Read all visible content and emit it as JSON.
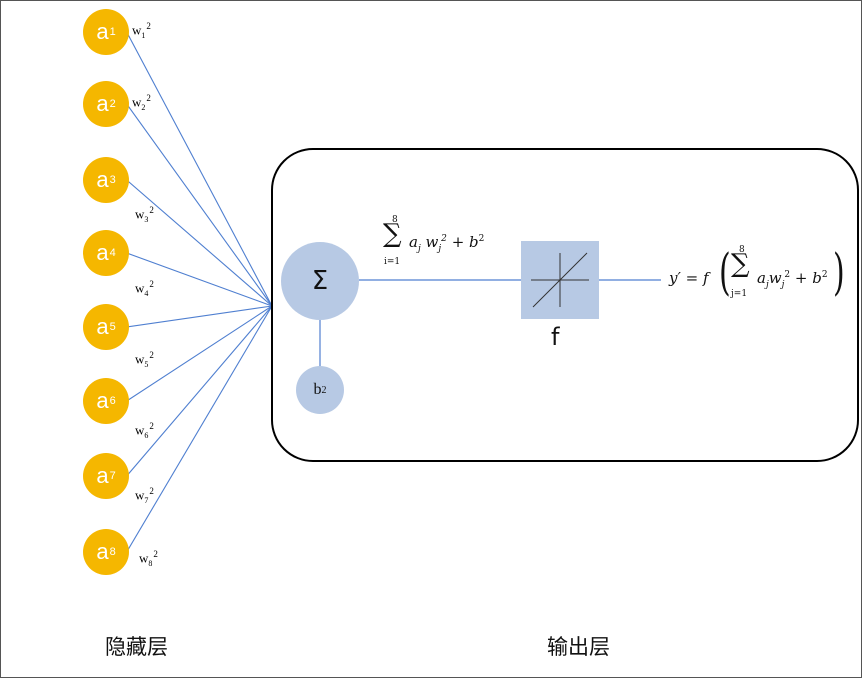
{
  "hidden_nodes": [
    {
      "base": "a",
      "sub": "1",
      "w_base": "w",
      "w_sub": "1",
      "w_sup": "2"
    },
    {
      "base": "a",
      "sub": "2",
      "w_base": "w",
      "w_sub": "2",
      "w_sup": "2"
    },
    {
      "base": "a",
      "sub": "3",
      "w_base": "w",
      "w_sub": "3",
      "w_sup": "2"
    },
    {
      "base": "a",
      "sub": "4",
      "w_base": "w",
      "w_sub": "4",
      "w_sup": "2"
    },
    {
      "base": "a",
      "sub": "5",
      "w_base": "w",
      "w_sub": "5",
      "w_sup": "2"
    },
    {
      "base": "a",
      "sub": "6",
      "w_base": "w",
      "w_sub": "6",
      "w_sup": "2"
    },
    {
      "base": "a",
      "sub": "7",
      "w_base": "w",
      "w_sub": "7",
      "w_sup": "2"
    },
    {
      "base": "a",
      "sub": "8",
      "w_base": "w",
      "w_sub": "8",
      "w_sup": "2"
    }
  ],
  "sum_node": {
    "symbol": "Σ"
  },
  "bias_node": {
    "base": "b",
    "sup": "2"
  },
  "weighted_sum": {
    "sigma": "∑",
    "upper": "8",
    "lower": "i=1",
    "a": "a",
    "a_sub": "j",
    "w": "w",
    "w_sub": "j",
    "w_sup": "2",
    "plus": "+",
    "b": "b",
    "b_sup": "2"
  },
  "activation": {
    "label": "f"
  },
  "output_formula": {
    "y": "y′",
    "eq": "=",
    "f": "f",
    "sigma": "∑",
    "upper": "8",
    "lower": "j=1",
    "a": "a",
    "a_sub": "j",
    "w": "w",
    "w_sub": "j",
    "w_sup": "2",
    "plus": "+",
    "b": "b",
    "b_sup": "2"
  },
  "labels": {
    "hidden_layer": "隐藏层",
    "output_layer": "输出层"
  },
  "colors": {
    "hidden_node": "#f5b700",
    "output_element": "#b7c9e4",
    "connection": "#4f7fd0"
  }
}
